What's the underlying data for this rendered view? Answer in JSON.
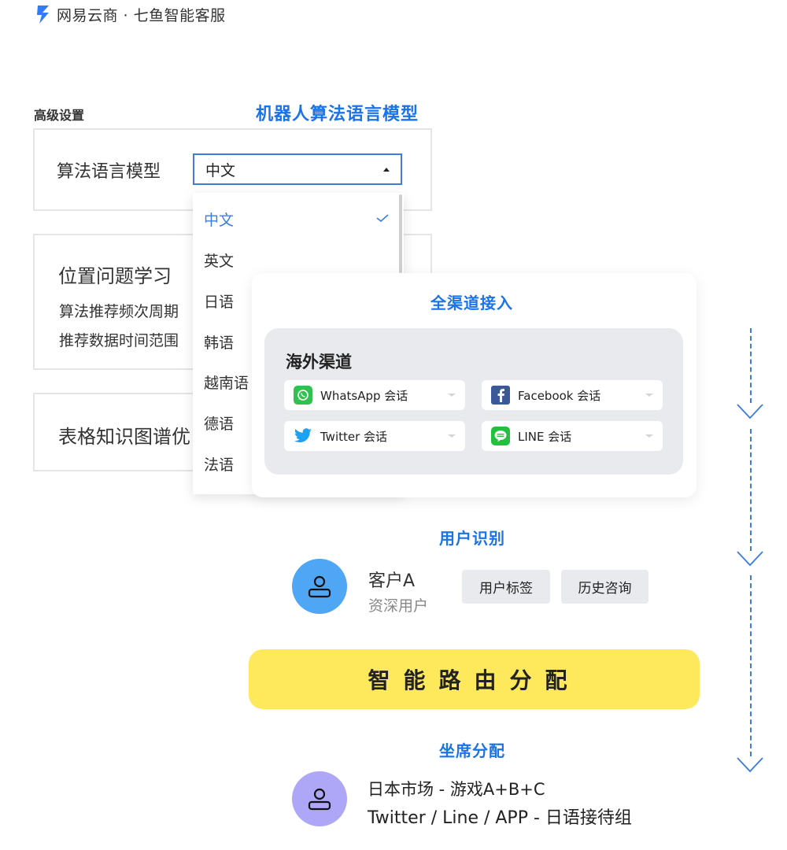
{
  "brand": {
    "name": "网易云商 · 七鱼智能客服"
  },
  "colors": {
    "accent_blue": "#3b7ddd",
    "title_blue": "#1a73e8",
    "route_yellow": "#fde95b",
    "avatar_blue": "#4ea6f5",
    "avatar_purple": "#aea6f7"
  },
  "settings": {
    "section_label": "高级设置",
    "robot_title": "机器人算法语言模型",
    "algo_label": "算法语言模型",
    "select_value": "中文",
    "box2": {
      "title": "位置问题学习",
      "line1": "算法推荐频次周期",
      "line2": "推荐数据时间范围"
    },
    "box3": {
      "title": "表格知识图谱优"
    }
  },
  "dropdown": {
    "options": [
      "中文",
      "英文",
      "日语",
      "韩语",
      "越南语",
      "德语",
      "法语"
    ],
    "selected": "中文"
  },
  "channels": {
    "title": "全渠道接入",
    "group_title": "海外渠道",
    "items": [
      {
        "label": "WhatsApp 会话",
        "icon": "whatsapp-icon"
      },
      {
        "label": "Facebook 会话",
        "icon": "facebook-icon"
      },
      {
        "label": "Twitter 会话",
        "icon": "twitter-icon"
      },
      {
        "label": "LINE 会话",
        "icon": "line-icon"
      }
    ]
  },
  "user_id": {
    "title": "用户识别",
    "customer_name": "客户A",
    "customer_type": "资深用户",
    "tags": [
      "用户标签",
      "历史咨询"
    ]
  },
  "routing": {
    "label": "智能路由分配"
  },
  "seat": {
    "title": "坐席分配",
    "line1": "日本市场 - 游戏A+B+C",
    "line2": "Twitter / Line / APP - 日语接待组"
  }
}
